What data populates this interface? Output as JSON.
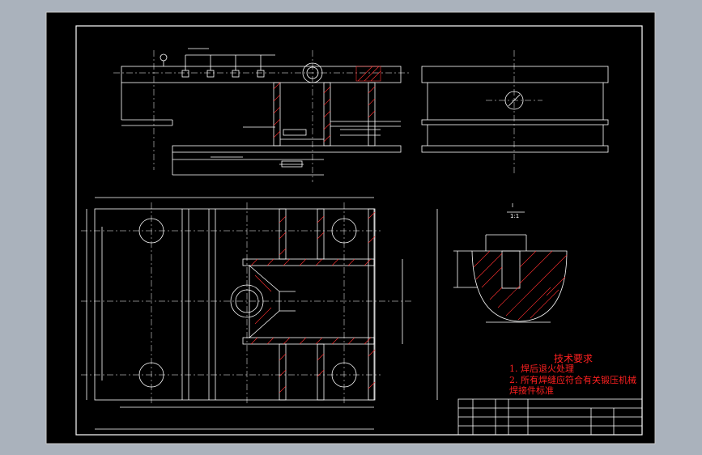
{
  "detail": {
    "label": "I",
    "scale": "1:1"
  },
  "tech_notes": {
    "title": "技术要求",
    "line1": "1. 焊后退火处理",
    "line2": "2. 所有焊缝应符合有关锻压机械",
    "line3": "焊接件标准"
  },
  "colors": {
    "window_bg": "#aab2bc",
    "sheet": "#000000",
    "line": "#ffffff",
    "hatch": "#ff3030",
    "notes": "#ff2020"
  }
}
